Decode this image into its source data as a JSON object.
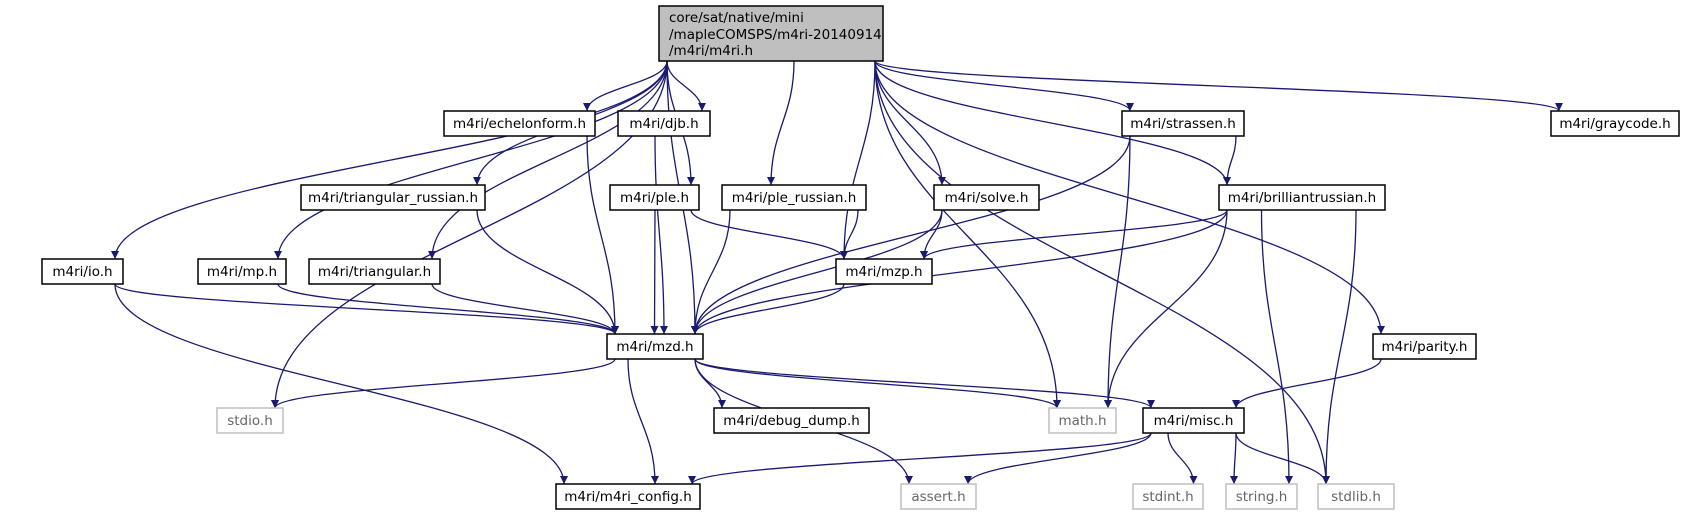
{
  "colors": {
    "edge": "#191970",
    "root_fill": "#bfbfbf",
    "node_border": "#000000",
    "system_border": "#bfbfbf"
  },
  "nodes": {
    "root": {
      "lines": [
        "core/sat/native/mini",
        "/mapleCOMSPS/m4ri-20140914",
        "/m4ri/m4ri.h"
      ],
      "kind": "root"
    },
    "echelonform": {
      "label": "m4ri/echelonform.h",
      "kind": "local"
    },
    "djb": {
      "label": "m4ri/djb.h",
      "kind": "local"
    },
    "strassen": {
      "label": "m4ri/strassen.h",
      "kind": "local"
    },
    "graycode": {
      "label": "m4ri/graycode.h",
      "kind": "local"
    },
    "triangular_russian": {
      "label": "m4ri/triangular_russian.h",
      "kind": "local"
    },
    "ple": {
      "label": "m4ri/ple.h",
      "kind": "local"
    },
    "ple_russian": {
      "label": "m4ri/ple_russian.h",
      "kind": "local"
    },
    "solve": {
      "label": "m4ri/solve.h",
      "kind": "local"
    },
    "brilliantrussian": {
      "label": "m4ri/brilliantrussian.h",
      "kind": "local"
    },
    "io": {
      "label": "m4ri/io.h",
      "kind": "local"
    },
    "mp": {
      "label": "m4ri/mp.h",
      "kind": "local"
    },
    "triangular": {
      "label": "m4ri/triangular.h",
      "kind": "local"
    },
    "mzp": {
      "label": "m4ri/mzp.h",
      "kind": "local"
    },
    "mzd": {
      "label": "m4ri/mzd.h",
      "kind": "local"
    },
    "parity": {
      "label": "m4ri/parity.h",
      "kind": "local"
    },
    "stdio": {
      "label": "stdio.h",
      "kind": "system"
    },
    "debug_dump": {
      "label": "m4ri/debug_dump.h",
      "kind": "local"
    },
    "math": {
      "label": "math.h",
      "kind": "system"
    },
    "misc": {
      "label": "m4ri/misc.h",
      "kind": "local"
    },
    "m4ri_config": {
      "label": "m4ri/m4ri_config.h",
      "kind": "local"
    },
    "assert": {
      "label": "assert.h",
      "kind": "system"
    },
    "stdint": {
      "label": "stdint.h",
      "kind": "system"
    },
    "string": {
      "label": "string.h",
      "kind": "system"
    },
    "stdlib": {
      "label": "stdlib.h",
      "kind": "system"
    }
  },
  "edges": [
    [
      "root",
      "echelonform"
    ],
    [
      "root",
      "djb"
    ],
    [
      "root",
      "strassen"
    ],
    [
      "root",
      "graycode"
    ],
    [
      "root",
      "triangular_russian"
    ],
    [
      "root",
      "ple"
    ],
    [
      "root",
      "ple_russian"
    ],
    [
      "root",
      "solve"
    ],
    [
      "root",
      "brilliantrussian"
    ],
    [
      "root",
      "io"
    ],
    [
      "root",
      "mp"
    ],
    [
      "root",
      "triangular"
    ],
    [
      "root",
      "mzp"
    ],
    [
      "root",
      "mzd"
    ],
    [
      "root",
      "parity"
    ],
    [
      "root",
      "stdio"
    ],
    [
      "root",
      "math"
    ],
    [
      "root",
      "stdlib"
    ],
    [
      "echelonform",
      "mzd"
    ],
    [
      "djb",
      "mzd"
    ],
    [
      "strassen",
      "brilliantrussian"
    ],
    [
      "strassen",
      "mzd"
    ],
    [
      "strassen",
      "math"
    ],
    [
      "triangular_russian",
      "mzd"
    ],
    [
      "ple",
      "mzd"
    ],
    [
      "ple",
      "mzp"
    ],
    [
      "ple_russian",
      "mzd"
    ],
    [
      "ple_russian",
      "mzp"
    ],
    [
      "solve",
      "mzd"
    ],
    [
      "solve",
      "mzp"
    ],
    [
      "brilliantrussian",
      "mzp"
    ],
    [
      "brilliantrussian",
      "mzd"
    ],
    [
      "brilliantrussian",
      "math"
    ],
    [
      "brilliantrussian",
      "string"
    ],
    [
      "brilliantrussian",
      "stdlib"
    ],
    [
      "io",
      "mzd"
    ],
    [
      "io",
      "m4ri_config"
    ],
    [
      "mp",
      "mzd"
    ],
    [
      "triangular",
      "mzd"
    ],
    [
      "mzp",
      "mzd"
    ],
    [
      "mzd",
      "stdio"
    ],
    [
      "mzd",
      "debug_dump"
    ],
    [
      "mzd",
      "math"
    ],
    [
      "mzd",
      "misc"
    ],
    [
      "mzd",
      "m4ri_config"
    ],
    [
      "mzd",
      "assert"
    ],
    [
      "parity",
      "misc"
    ],
    [
      "misc",
      "m4ri_config"
    ],
    [
      "misc",
      "assert"
    ],
    [
      "misc",
      "stdint"
    ],
    [
      "misc",
      "string"
    ],
    [
      "misc",
      "stdlib"
    ]
  ]
}
